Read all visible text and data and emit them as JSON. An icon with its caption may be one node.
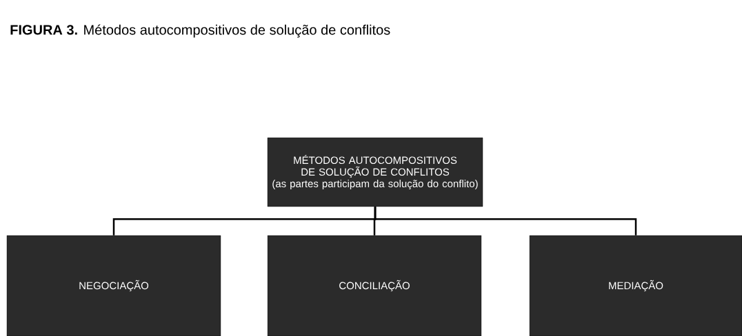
{
  "diagram": {
    "title": "**FIGURA 3.** Métodos autocompositivos de solução de conflitos",
    "nodes": [
      {
        "text": [
          "MÉTODOS AUTOCOMPOSITIVOS DE SOLUÇÃO DE CONFLITOS",
          "(as partes participam da solução do conflito)"
        ]
      },
      {
        "text": [
          "NEGOCIAÇÃO"
        ]
      },
      {
        "text": [
          "CONCILIAÇÃO"
        ]
      },
      {
        "text": [
          "MEDIAÇÃO"
        ]
      }
    ],
    "edges": [
      {
        "from": 0,
        "to": 1,
        "arrow": "none"
      },
      {
        "from": 0,
        "to": 2,
        "arrow": "none"
      },
      {
        "from": 0,
        "to": 3,
        "arrow": "none"
      }
    ]
  }
}
